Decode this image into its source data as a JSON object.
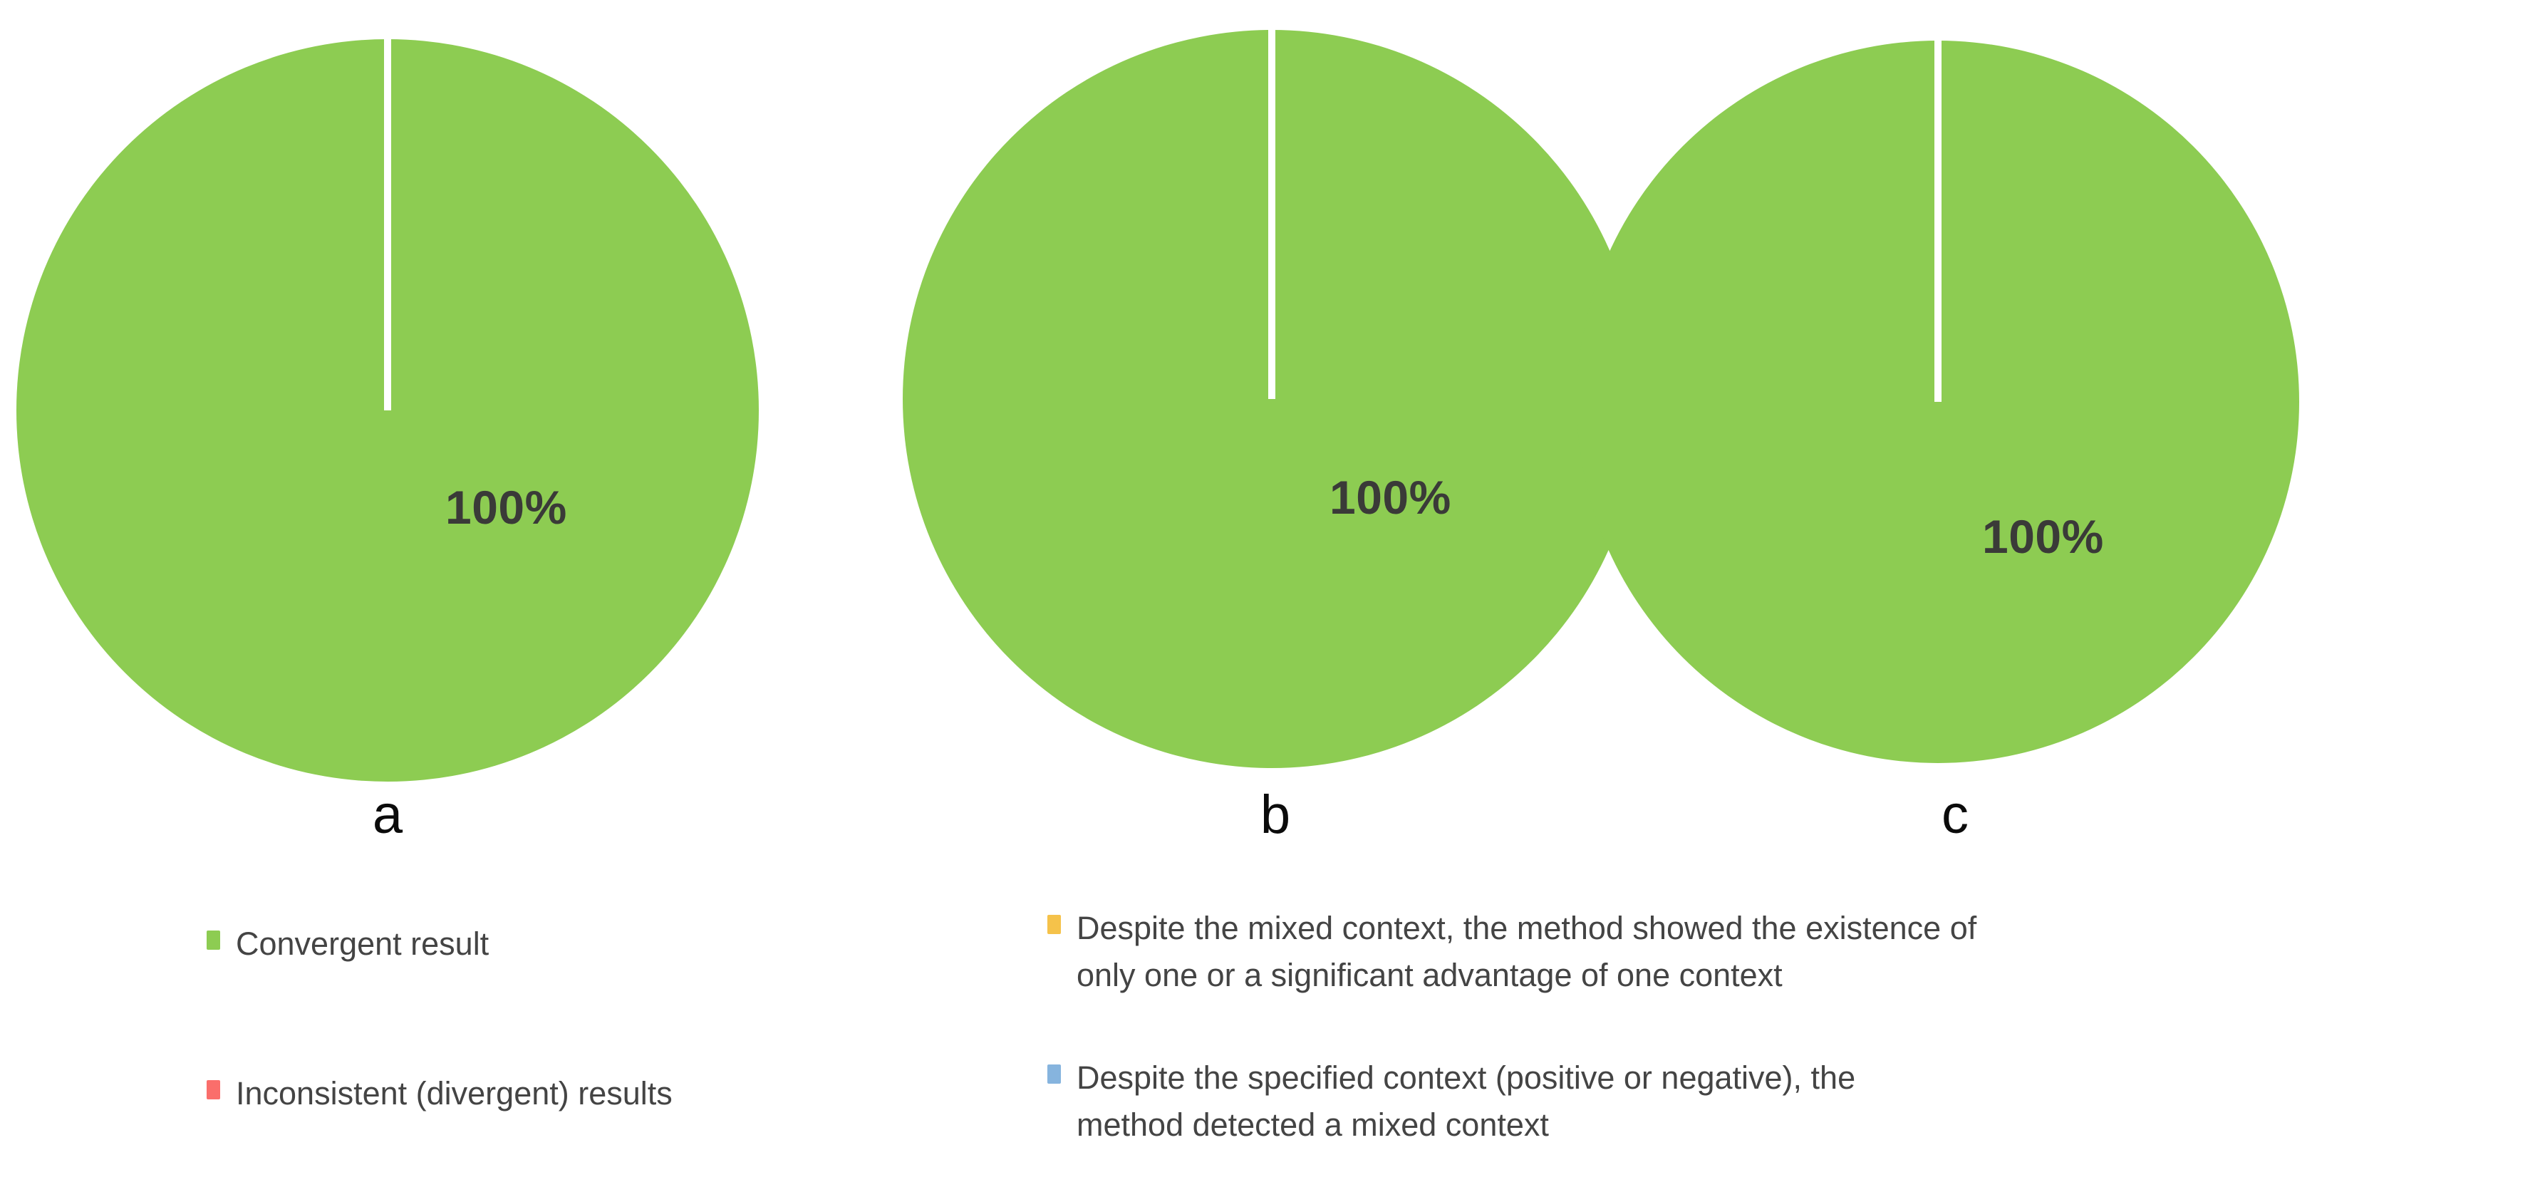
{
  "chart_data": {
    "type": "pie",
    "title": "",
    "legend_position": "bottom",
    "panels": [
      {
        "letter": "a",
        "categories": [
          "Convergent result"
        ],
        "values": [
          100
        ],
        "labels": [
          "100%"
        ],
        "units": "%"
      },
      {
        "letter": "b",
        "categories": [
          "Convergent result"
        ],
        "values": [
          100
        ],
        "labels": [
          "100%"
        ],
        "units": "%"
      },
      {
        "letter": "c",
        "categories": [
          "Convergent result"
        ],
        "values": [
          100
        ],
        "labels": [
          "100%"
        ],
        "units": "%"
      }
    ],
    "legend": [
      {
        "label": "Convergent result",
        "color": "#8DCC52",
        "value": 100
      },
      {
        "label": "Inconsistent (divergent) results",
        "color": "#FA6E6B",
        "value": 0
      },
      {
        "label": "Despite the mixed context, the method showed the existence of\nonly one or a significant advantage of one context",
        "color": "#F5C24A",
        "value": 0
      },
      {
        "label": "Despite the specified context (positive or negative), the\n method detected a mixed context",
        "color": "#86B4DE",
        "value": 0
      }
    ],
    "colors": {
      "slice_green": "#8DCC52",
      "slice_red": "#FA6E6B",
      "slice_yellow": "#F5C24A",
      "slice_blue": "#86B4DE",
      "separator": "#FFFFFF",
      "label_text": "#3a3a38",
      "legend_text": "#444444",
      "panel_letter": "#0b0b0b",
      "background": "#FFFFFF"
    }
  }
}
